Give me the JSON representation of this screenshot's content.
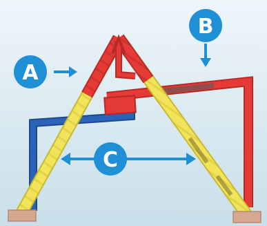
{
  "labels": {
    "a": "A",
    "b": "B",
    "c": "C"
  },
  "colors": {
    "background_top": "#e8f2f7",
    "background_bottom": "#cfe3ec",
    "badge": "#1f8fd6",
    "red_member": "#e53a35",
    "red_member_dark": "#b62a27",
    "yellow_member": "#f2e45a",
    "yellow_member_dark": "#c9b92f",
    "blue_member": "#2a63b8",
    "blue_member_dark": "#1d4a8b",
    "footing": "#d6a892"
  }
}
